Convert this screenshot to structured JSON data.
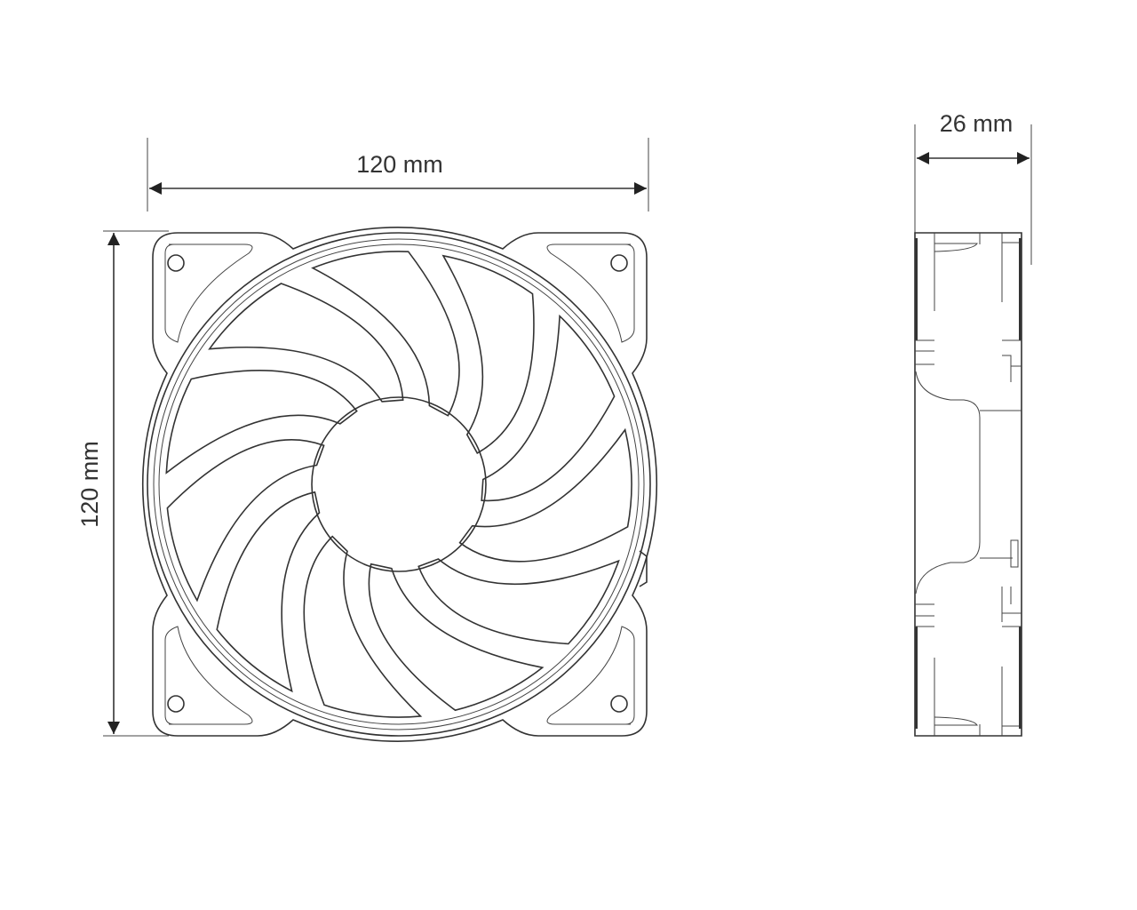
{
  "front_view": {
    "width_label": "120 mm",
    "height_label": "120 mm"
  },
  "side_view": {
    "depth_label": "26 mm"
  }
}
